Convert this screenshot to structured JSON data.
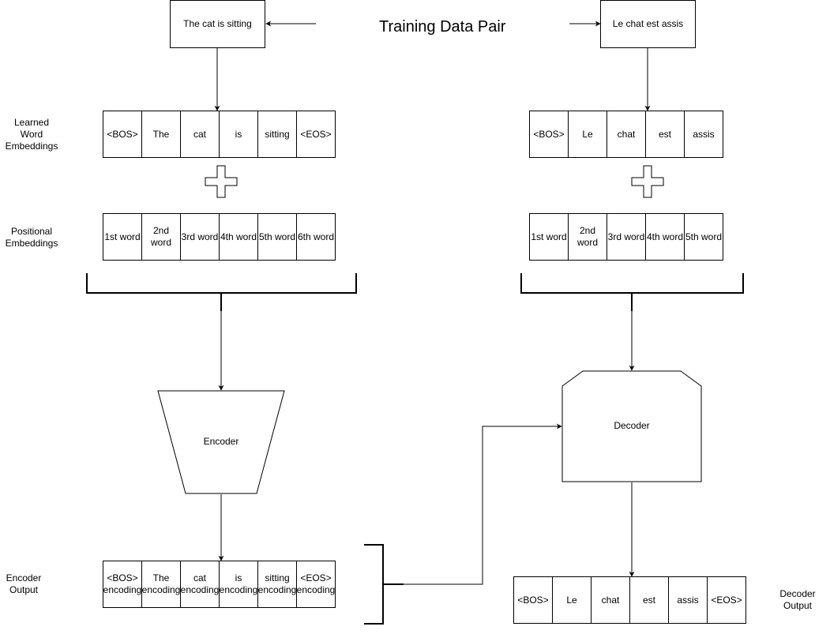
{
  "title": "Training Data Pair",
  "source_sentence": "The cat is sitting",
  "target_sentence": "Le chat est assis",
  "side_labels": {
    "learned_word_embeddings": "Learned\nWord\nEmbeddings",
    "positional_embeddings": "Positional\nEmbeddings",
    "encoder_output": "Encoder\nOutput",
    "decoder_output": "Decoder\nOutput"
  },
  "encoder": {
    "label": "Encoder",
    "word_tokens": [
      "<BOS>",
      "The",
      "cat",
      "is",
      "sitting",
      "<EOS>"
    ],
    "positions": [
      "1st word",
      "2nd\nword",
      "3rd word",
      "4th word",
      "5th word",
      "6th word"
    ],
    "outputs": [
      "<BOS>\nencoding",
      "The\nencoding",
      "cat\nencoding",
      "is\nencoding",
      "sitting\nencoding",
      "<EOS>\nencoding"
    ]
  },
  "decoder": {
    "label": "Decoder",
    "word_tokens": [
      "<BOS>",
      "Le",
      "chat",
      "est",
      "assis"
    ],
    "positions": [
      "1st word",
      "2nd\nword",
      "3rd word",
      "4th word",
      "5th word"
    ],
    "outputs": [
      "<BOS>",
      "Le",
      "chat",
      "est",
      "assis",
      "<EOS>"
    ]
  },
  "colors": {
    "stroke": "#000000",
    "fill": "#ffffff"
  }
}
